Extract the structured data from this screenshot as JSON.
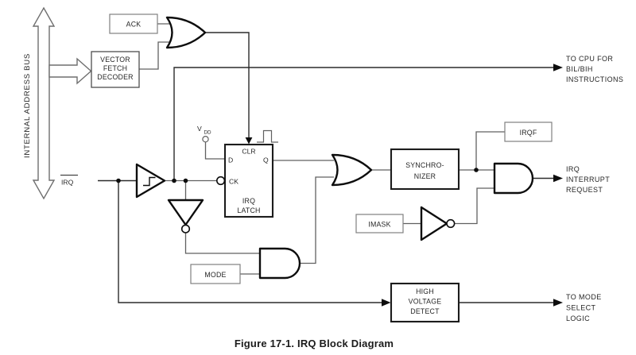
{
  "colors": {
    "wire": "#606060",
    "wire_dark": "#2b2b2b",
    "gate": "#0d0d0d",
    "box_thin": "#808080",
    "box_mid": "#4d4d4d",
    "box_thick": "#1c1c1c",
    "bus": "#6e6e6e",
    "text": "#262626"
  },
  "bus": {
    "label": "INTERNAL ADDRESS BUS"
  },
  "inputs": {
    "irq": "IRQ",
    "vdd_base": "V",
    "vdd_sub": "DD"
  },
  "blocks": {
    "ack": "ACK",
    "vector_fetch_decoder": [
      "VECTOR",
      "FETCH",
      "DECODER"
    ],
    "irq_latch": {
      "clr": "CLR",
      "d": "D",
      "q": "Q",
      "ck": "CK",
      "name": [
        "IRQ",
        "LATCH"
      ]
    },
    "synchronizer": [
      "SYNCHRO-",
      "NIZER"
    ],
    "irqf": "IRQF",
    "imask": "IMASK",
    "mode": "MODE",
    "high_voltage_detect": [
      "HIGH",
      "VOLTAGE",
      "DETECT"
    ]
  },
  "outputs": {
    "to_cpu": [
      "TO CPU FOR",
      "BIL/BIH",
      "INSTRUCTIONS"
    ],
    "irq_interrupt_request": [
      "IRQ",
      "INTERRUPT",
      "REQUEST"
    ],
    "to_mode_select": [
      "TO MODE",
      "SELECT",
      "LOGIC"
    ]
  },
  "caption": "Figure 17-1. IRQ Block Diagram"
}
